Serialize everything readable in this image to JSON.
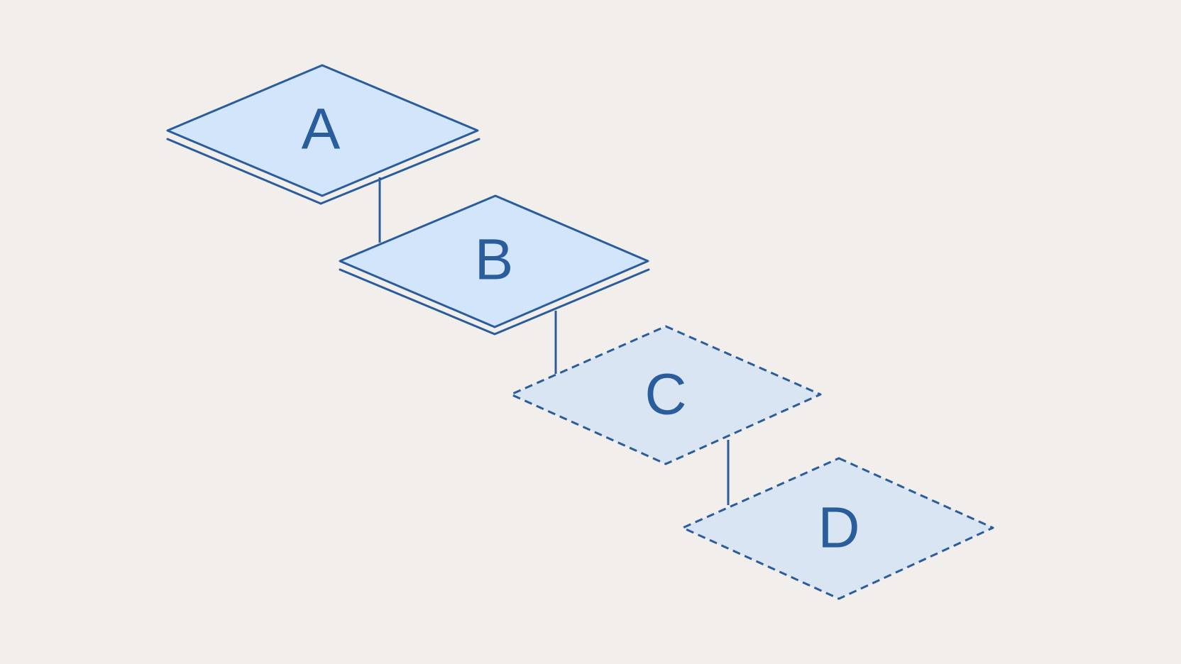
{
  "colors": {
    "background": "#f1eeeb",
    "stroke": "#2a5d9c",
    "fill_solid": "#d3e5fb",
    "fill_dashed": "#dae5f3",
    "label": "#2a5d9c"
  },
  "nodes": [
    {
      "id": "a",
      "label": "A",
      "style": "solid"
    },
    {
      "id": "b",
      "label": "B",
      "style": "solid"
    },
    {
      "id": "c",
      "label": "C",
      "style": "dashed"
    },
    {
      "id": "d",
      "label": "D",
      "style": "dashed"
    }
  ],
  "connectors": [
    {
      "from": "A",
      "to": "B"
    },
    {
      "from": "B",
      "to": "C"
    },
    {
      "from": "C",
      "to": "D"
    }
  ]
}
